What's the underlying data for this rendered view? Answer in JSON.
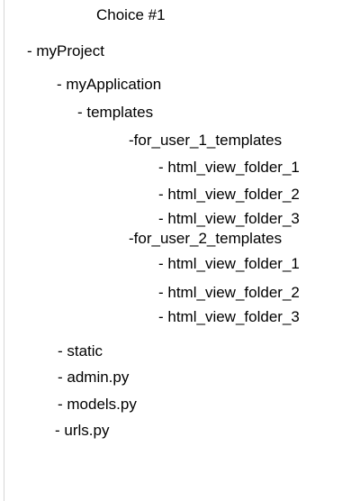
{
  "title": "Choice #1",
  "tree": {
    "myProject": "- myProject",
    "myApplication": "- myApplication",
    "templates": "- templates",
    "user1": {
      "label": "-for_user_1_templates",
      "folders": [
        "- html_view_folder_1",
        "- html_view_folder_2",
        "- html_view_folder_3"
      ]
    },
    "user2": {
      "label": "-for_user_2_templates",
      "folders": [
        "- html_view_folder_1",
        "- html_view_folder_2",
        "- html_view_folder_3"
      ]
    },
    "static": "- static",
    "admin": "- admin.py",
    "models": "- models.py",
    "urls": "- urls.py"
  }
}
